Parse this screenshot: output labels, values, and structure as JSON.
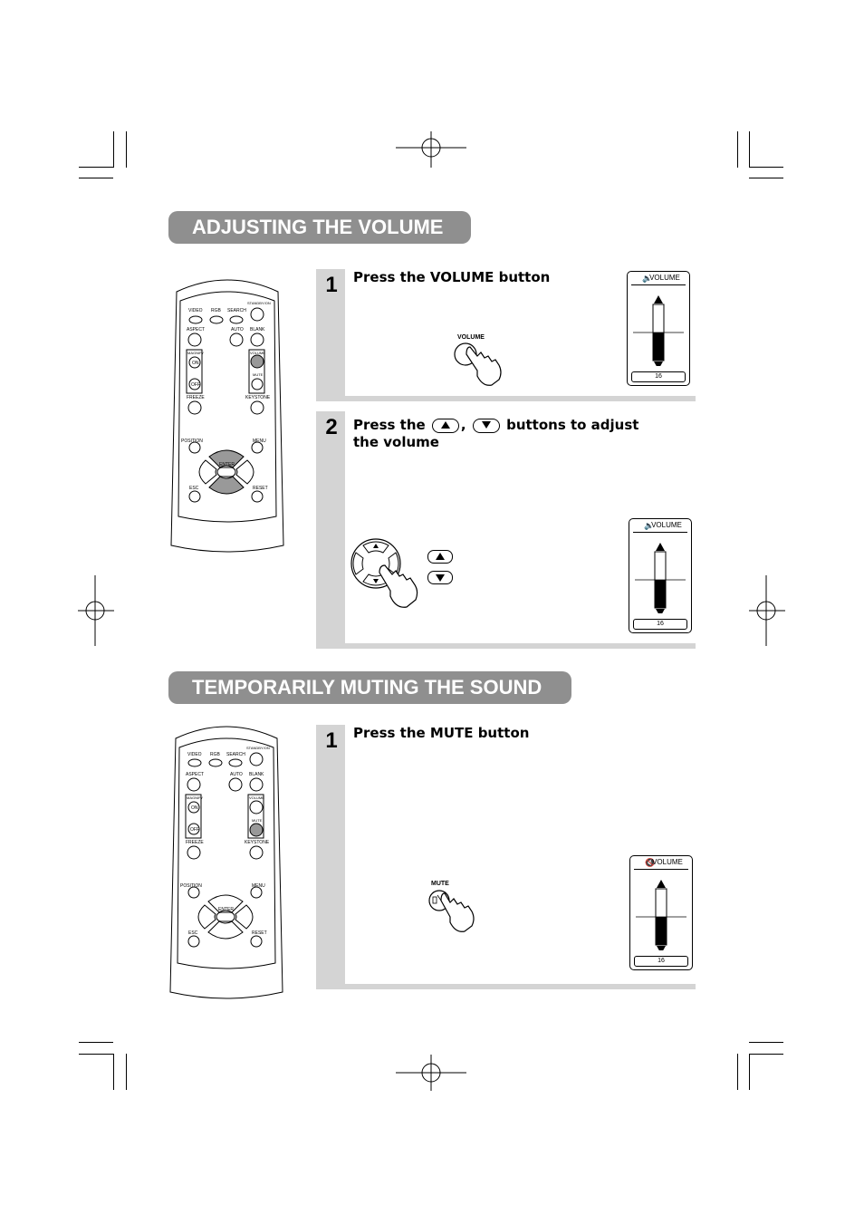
{
  "sections": {
    "volume": {
      "title": "ADJUSTING THE VOLUME",
      "step1": {
        "number": "1",
        "instruction": "Press the VOLUME button",
        "button_label": "VOLUME",
        "display_title": "VOLUME",
        "display_value": "16"
      },
      "step2": {
        "number": "2",
        "instruction_part1": "Press the",
        "instruction_part2": ",",
        "instruction_part3": "buttons to adjust",
        "instruction_line2": "the volume",
        "display_title": "VOLUME",
        "display_value": "16"
      }
    },
    "mute": {
      "title": "TEMPORARILY MUTING THE SOUND",
      "step1": {
        "number": "1",
        "instruction": "Press the MUTE button",
        "button_label": "MUTE",
        "display_title": "VOLUME",
        "display_value": "16"
      }
    }
  },
  "remote": {
    "labels": {
      "standby": "STANDBY/ON",
      "video": "VIDEO",
      "rgb": "RGB",
      "search": "SEARCH",
      "aspect": "ASPECT",
      "auto": "AUTO",
      "blank": "BLANK",
      "magnify": "MAGNIFY",
      "on": "ON",
      "off": "OFF",
      "volume": "VOLUME",
      "mute": "MUTE",
      "freeze": "FREEZE",
      "keystone": "KEYSTONE",
      "position": "POSITION",
      "menu": "MENU",
      "enter": "ENTER",
      "esc": "ESC",
      "reset": "RESET"
    }
  },
  "volume_level_fraction": 0.5,
  "colors": {
    "section_bar": "#8f8f8f",
    "step_panel": "#d4d4d4",
    "highlight": "#999999"
  }
}
